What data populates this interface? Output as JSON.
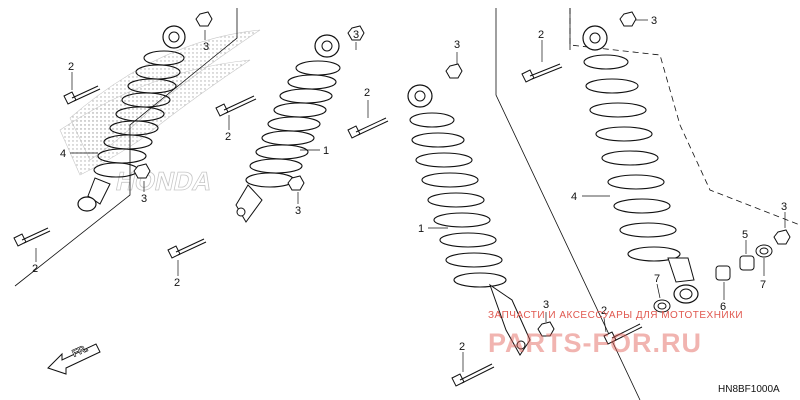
{
  "callouts": {
    "c1": "1",
    "c2": "2",
    "c3": "3",
    "c4": "4",
    "c5": "5",
    "c6": "6",
    "c7": "7"
  },
  "watermark": {
    "line1": "ЗАПЧАСТИ И АКСЕССУАРЫ ДЛЯ МОТОТЕХНИКИ",
    "line2": "PARTS-FOR.RU"
  },
  "diagram_code": "HN8BF1000A",
  "direction_label": "FR.",
  "colors": {
    "watermark": "#e0584f",
    "ink": "#111111"
  },
  "icons": [
    "front-direction-arrow-icon",
    "honda-wing-logo"
  ]
}
